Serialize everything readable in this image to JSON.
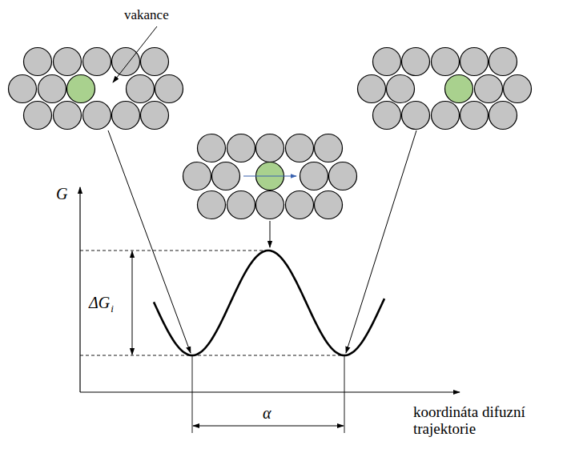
{
  "diagram": {
    "labels": [
      "vakance",
      "G",
      "ΔG",
      "i",
      "α",
      "koordináta difuzní trajektorie"
    ]
  }
}
